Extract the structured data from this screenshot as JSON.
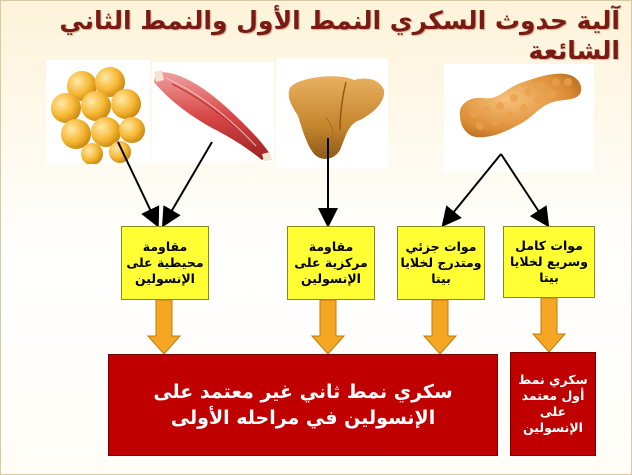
{
  "title": "آلية حدوث السكري النمط الأول والنمط الثاني الشائعة",
  "boxes": {
    "peripheral": "مقاومة محيطية على الإنسولين",
    "central": "مقاومة مركزية على الإنسولين",
    "partial": "موات جزئي ومتدرج لخلايا بيتا",
    "complete": "موات كامل وسريع لخلايا بيتا"
  },
  "outcomes": {
    "type2": "سكري نمط ثاني غير معتمد على الإنسولين في مراحله الأولى",
    "type1": "سكري نمط أول معتمد على الإنسولين"
  },
  "colors": {
    "yellow": "#ffff33",
    "red": "#c00000",
    "orange_arrow": "#f5a623",
    "title": "#7a1a12"
  },
  "icons": [
    "fat-cells-icon",
    "muscle-icon",
    "liver-icon",
    "pancreas-icon"
  ]
}
